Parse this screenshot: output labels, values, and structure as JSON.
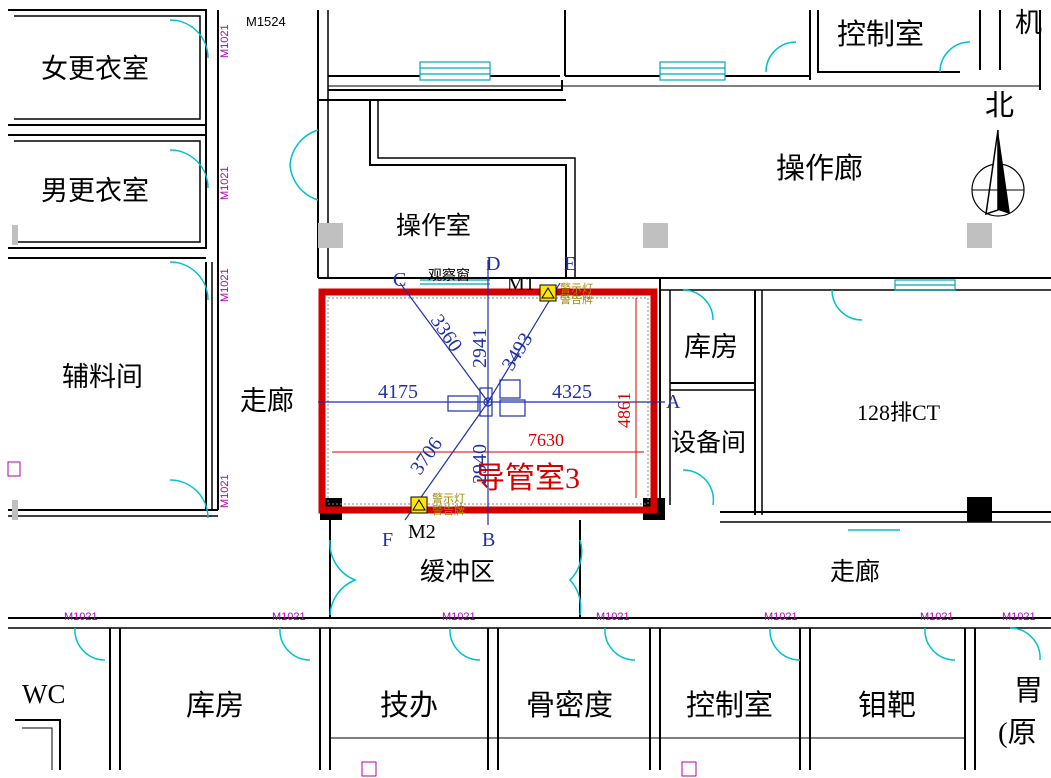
{
  "rooms": {
    "female_locker": "女更衣室",
    "male_locker": "男更衣室",
    "supply_room": "辅料间",
    "corridor_west": "走廊",
    "operation_room": "操作室",
    "operation_corridor": "操作廊",
    "control_room_top": "控制室",
    "machine_room_partial": "机",
    "storage_east": "库房",
    "equipment_room": "设备间",
    "ct_room": "128排CT",
    "cath_lab": "导管室3",
    "buffer_zone": "缓冲区",
    "corridor_south": "走廊",
    "wc": "WC",
    "storage_bottom": "库房",
    "technical_office": "技办",
    "bone_density": "骨密度",
    "control_room_bottom": "控制室",
    "molybdenum_target": "钼靶",
    "gastro_partial": "胃",
    "original_partial": "(原"
  },
  "labels": {
    "north": "北",
    "observation_window": "观察窗",
    "warning_light": "警示灯",
    "warning_sign": "警告牌",
    "door_m1": "M1",
    "door_m2": "M2",
    "door_m1524": "M1524"
  },
  "door_tags": [
    "M1021",
    "M1021",
    "M1021",
    "M1021",
    "M1021",
    "M1021",
    "M1021",
    "M1021",
    "M1021",
    "M1021",
    "M1021"
  ],
  "points": {
    "a": "A",
    "b": "B",
    "c": "C",
    "d": "D",
    "e": "E",
    "f": "F"
  },
  "dimensions": {
    "west": "4175",
    "east": "4325",
    "inner_width": "7630",
    "inner_height": "4861",
    "to_d": "2941",
    "to_b": "2940",
    "to_c": "3360",
    "to_e": "3493",
    "to_f": "3706"
  },
  "colors": {
    "wall": "#000000",
    "shield_wall": "#d40000",
    "dimension": "#1f2fa8",
    "door_swing": "#00c0d0",
    "door_tag": "#b000b0",
    "column": "#c0c0c0",
    "warning": "#a08a00"
  }
}
